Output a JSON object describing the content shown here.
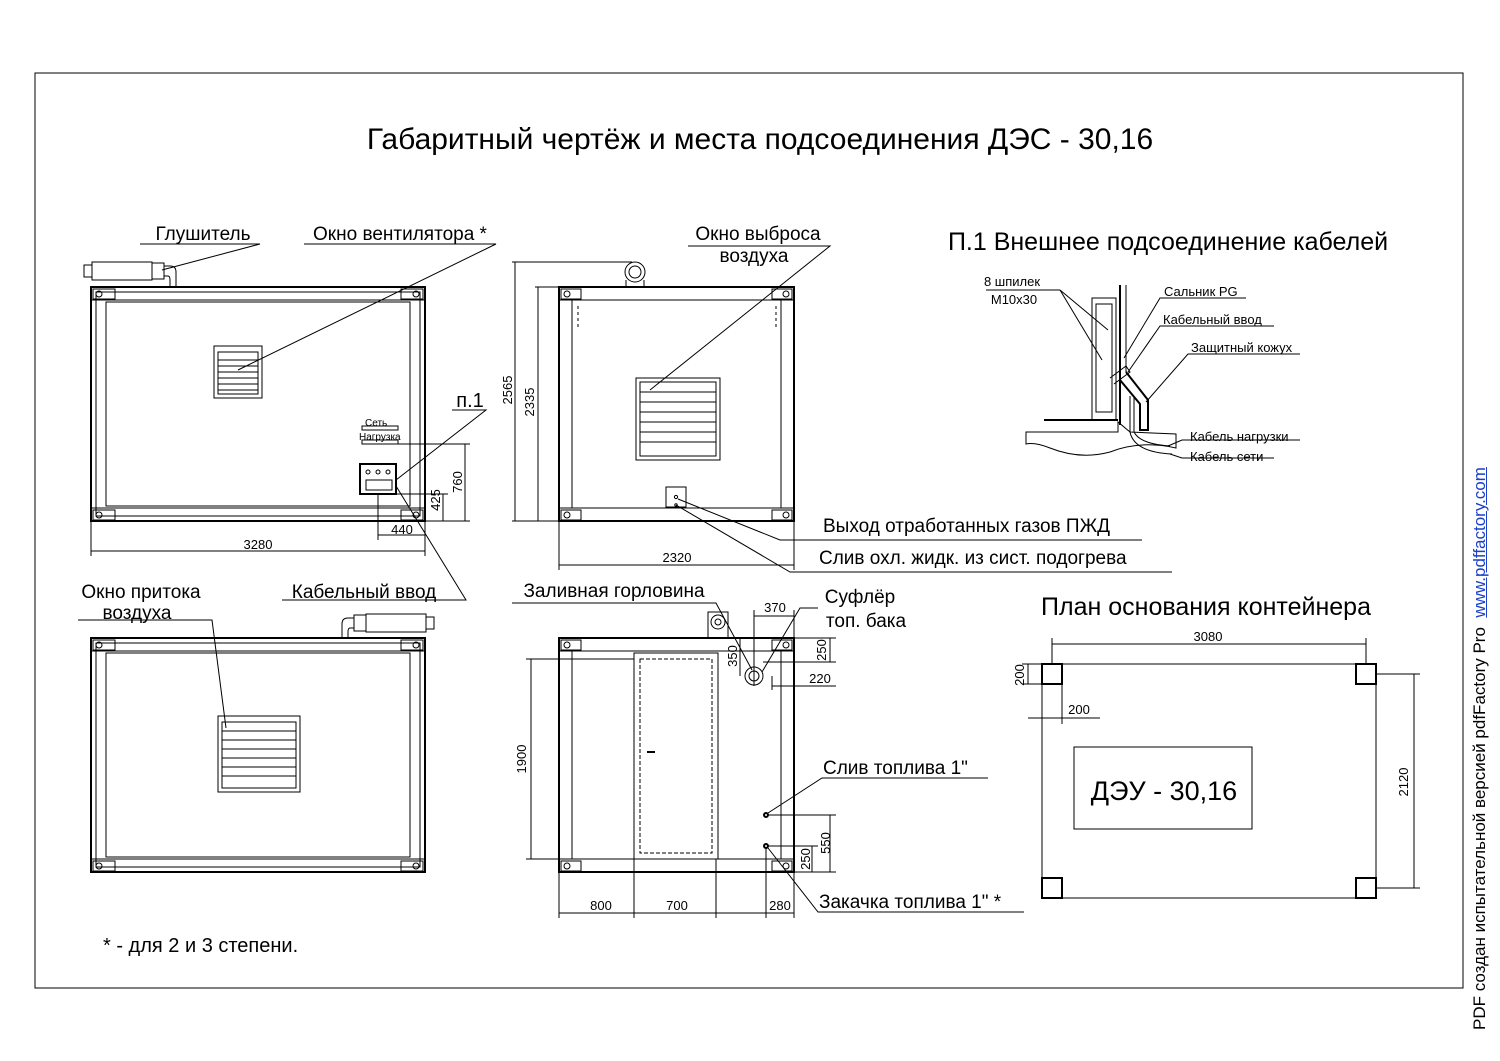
{
  "title": "Габаритный чертёж и места подсоединения ДЭС - 30,16",
  "front_view": {
    "muffler": "Глушитель",
    "fan_window": "Окно вентилятора *",
    "panel_net": "Сеть",
    "panel_load": "Нагрузка",
    "ref_p1": "п.1",
    "dim_width": "3280",
    "dim_760": "760",
    "dim_425": "425",
    "dim_440": "440"
  },
  "side_view": {
    "air_exhaust_line1": "Окно выброса",
    "air_exhaust_line2": "воздуха",
    "dim_2565": "2565",
    "dim_2335": "2335",
    "dim_width": "2320"
  },
  "exhaust_gas": "Выход отработанных газов ПЖД",
  "coolant_drain": "Слив охл. жидк. из сист. подогрева",
  "cable_section": {
    "title": "П.1  Внешнее подсоединение кабелей",
    "studs_line1": "8 шпилек",
    "studs_line2": "М10х30",
    "gland": "Сальник PG",
    "cable_entry": "Кабельный ввод",
    "cover": "Защитный кожух",
    "load_cable": "Кабель нагрузки",
    "mains_cable": "Кабель сети"
  },
  "back_view": {
    "air_intake_line1": "Окно притока",
    "air_intake_line2": "воздуха",
    "cable_entry": "Кабельный ввод"
  },
  "door_view": {
    "filler_neck": "Заливная горловина",
    "breather_line1": "Суфлёр",
    "breather_line2": "топ. бака",
    "fuel_drain": "Слив топлива 1\"",
    "fuel_fill": "Закачка топлива 1\" *",
    "dim_370": "370",
    "dim_350": "350",
    "dim_250_top": "250",
    "dim_220": "220",
    "dim_1900": "1900",
    "dim_550": "550",
    "dim_250_bottom": "250",
    "dim_800": "800",
    "dim_700": "700",
    "dim_280": "280"
  },
  "base_plan": {
    "title": "План основания контейнера",
    "dim_3080": "3080",
    "dim_200_v": "200",
    "dim_200_h": "200",
    "dim_2120": "2120",
    "model": "ДЭУ - 30,16"
  },
  "footnote": "* - для 2 и 3 степени.",
  "watermark": {
    "text": "PDF создан испытательной версией pdfFactory Pro",
    "link": "www.pdffactory.com",
    "link_color": "#1a3fc9"
  }
}
